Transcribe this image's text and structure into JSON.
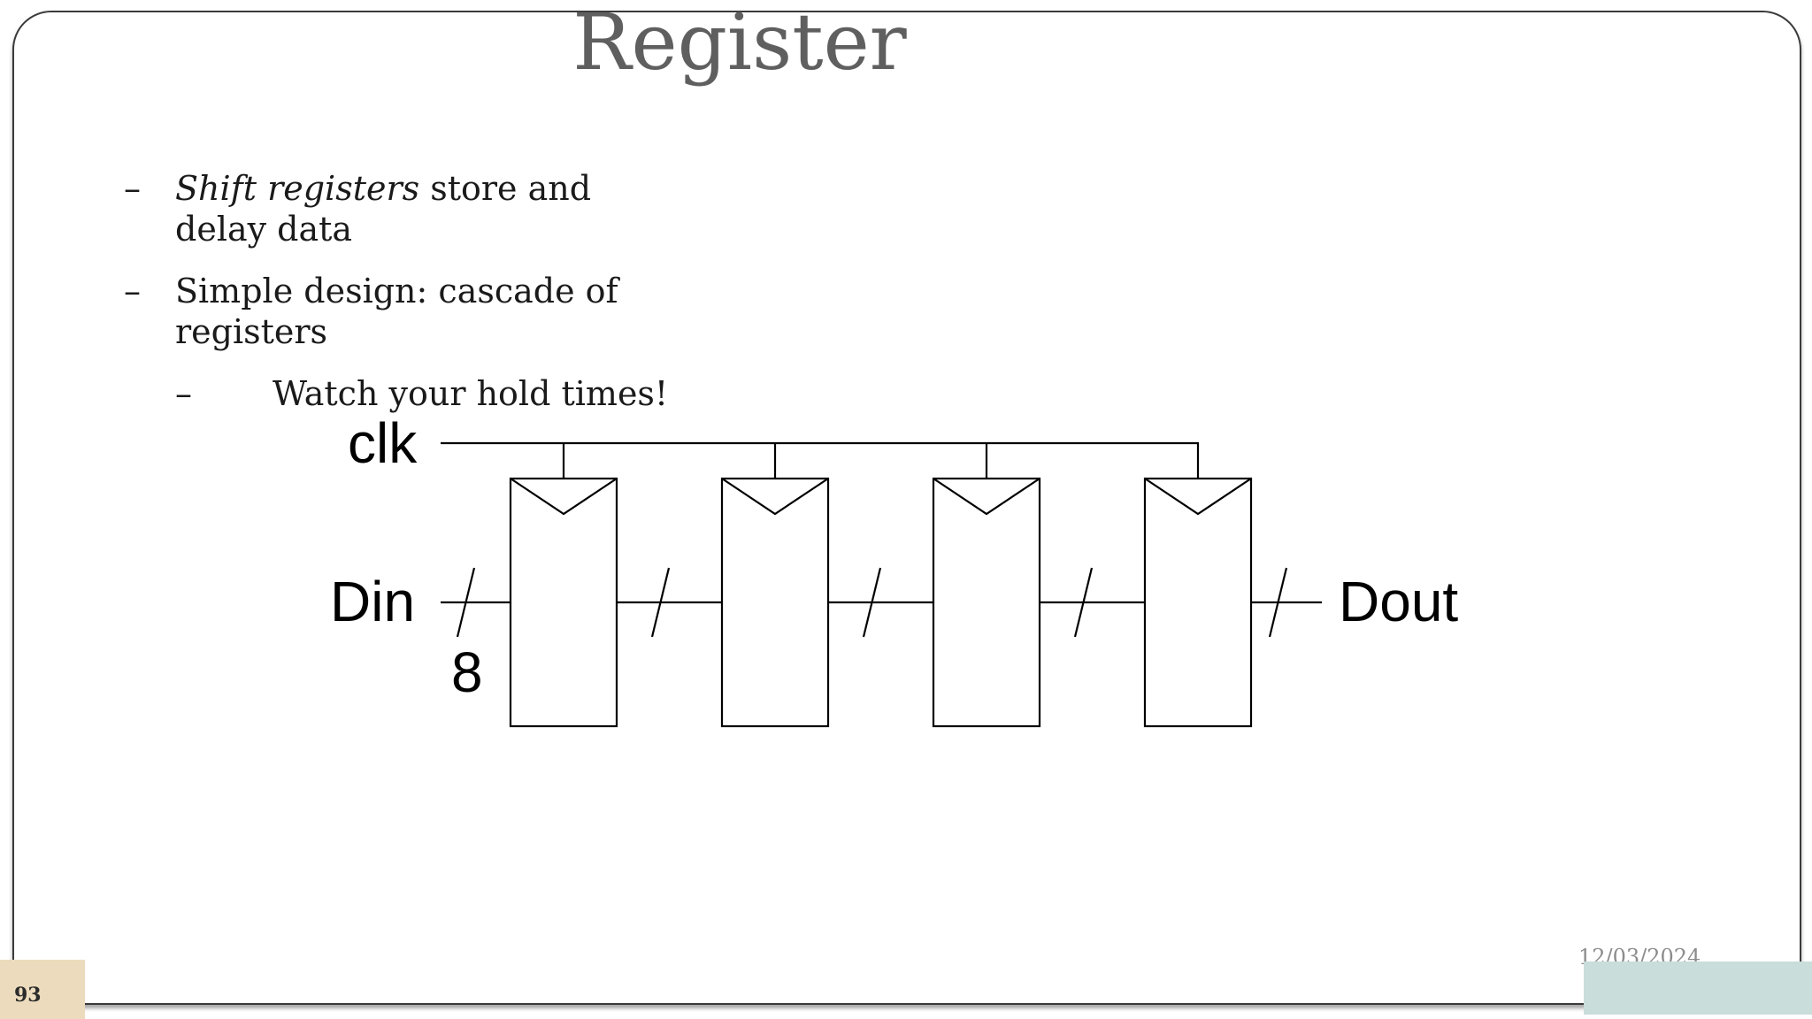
{
  "slide": {
    "title": "Register",
    "bullets": [
      {
        "dash": "–",
        "italic": "Shift registers",
        "text": " store and delay data"
      },
      {
        "dash": "–",
        "text": "Simple design: cascade of registers"
      },
      {
        "dash": "–",
        "text": "Watch your hold times!"
      }
    ],
    "page_number": "93",
    "date": "12/03/2024"
  },
  "diagram": {
    "clock_label": "clk",
    "input_label": "Din",
    "output_label": "Dout",
    "bus_width": "8",
    "register_count": 4
  }
}
